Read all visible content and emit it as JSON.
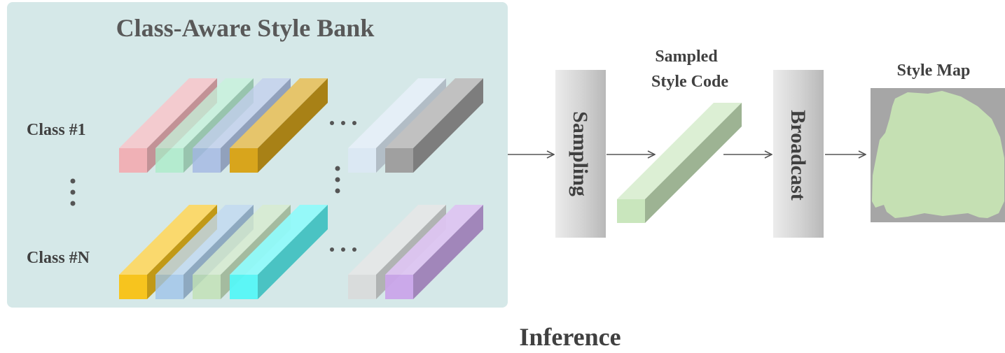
{
  "bank": {
    "title": "Class-Aware Style Bank",
    "class_first": "Class #1",
    "class_last": "Class #N",
    "row1_colors": [
      "#f4a7ad",
      "#a8ecc7",
      "#a3b6e2",
      "#d8a51c",
      "#dce8f5",
      "#a0a0a0"
    ],
    "rowN_colors": [
      "#f7c41e",
      "#9fc3e8",
      "#c1e0b3",
      "#55f7f7",
      "#d9d9d9",
      "#caa5ea"
    ],
    "background_color": "#d5e8e8"
  },
  "sampling": {
    "label": "Sampling"
  },
  "sampled_code": {
    "label_line1": "Sampled",
    "label_line2": "Style Code",
    "color": "#c9e6bd"
  },
  "broadcast": {
    "label": "Broadcast"
  },
  "style_map": {
    "label": "Style Map",
    "fill": "#c5e0b3",
    "background": "#a6a6a6"
  },
  "caption": "Inference",
  "arrow_color": "#555555"
}
